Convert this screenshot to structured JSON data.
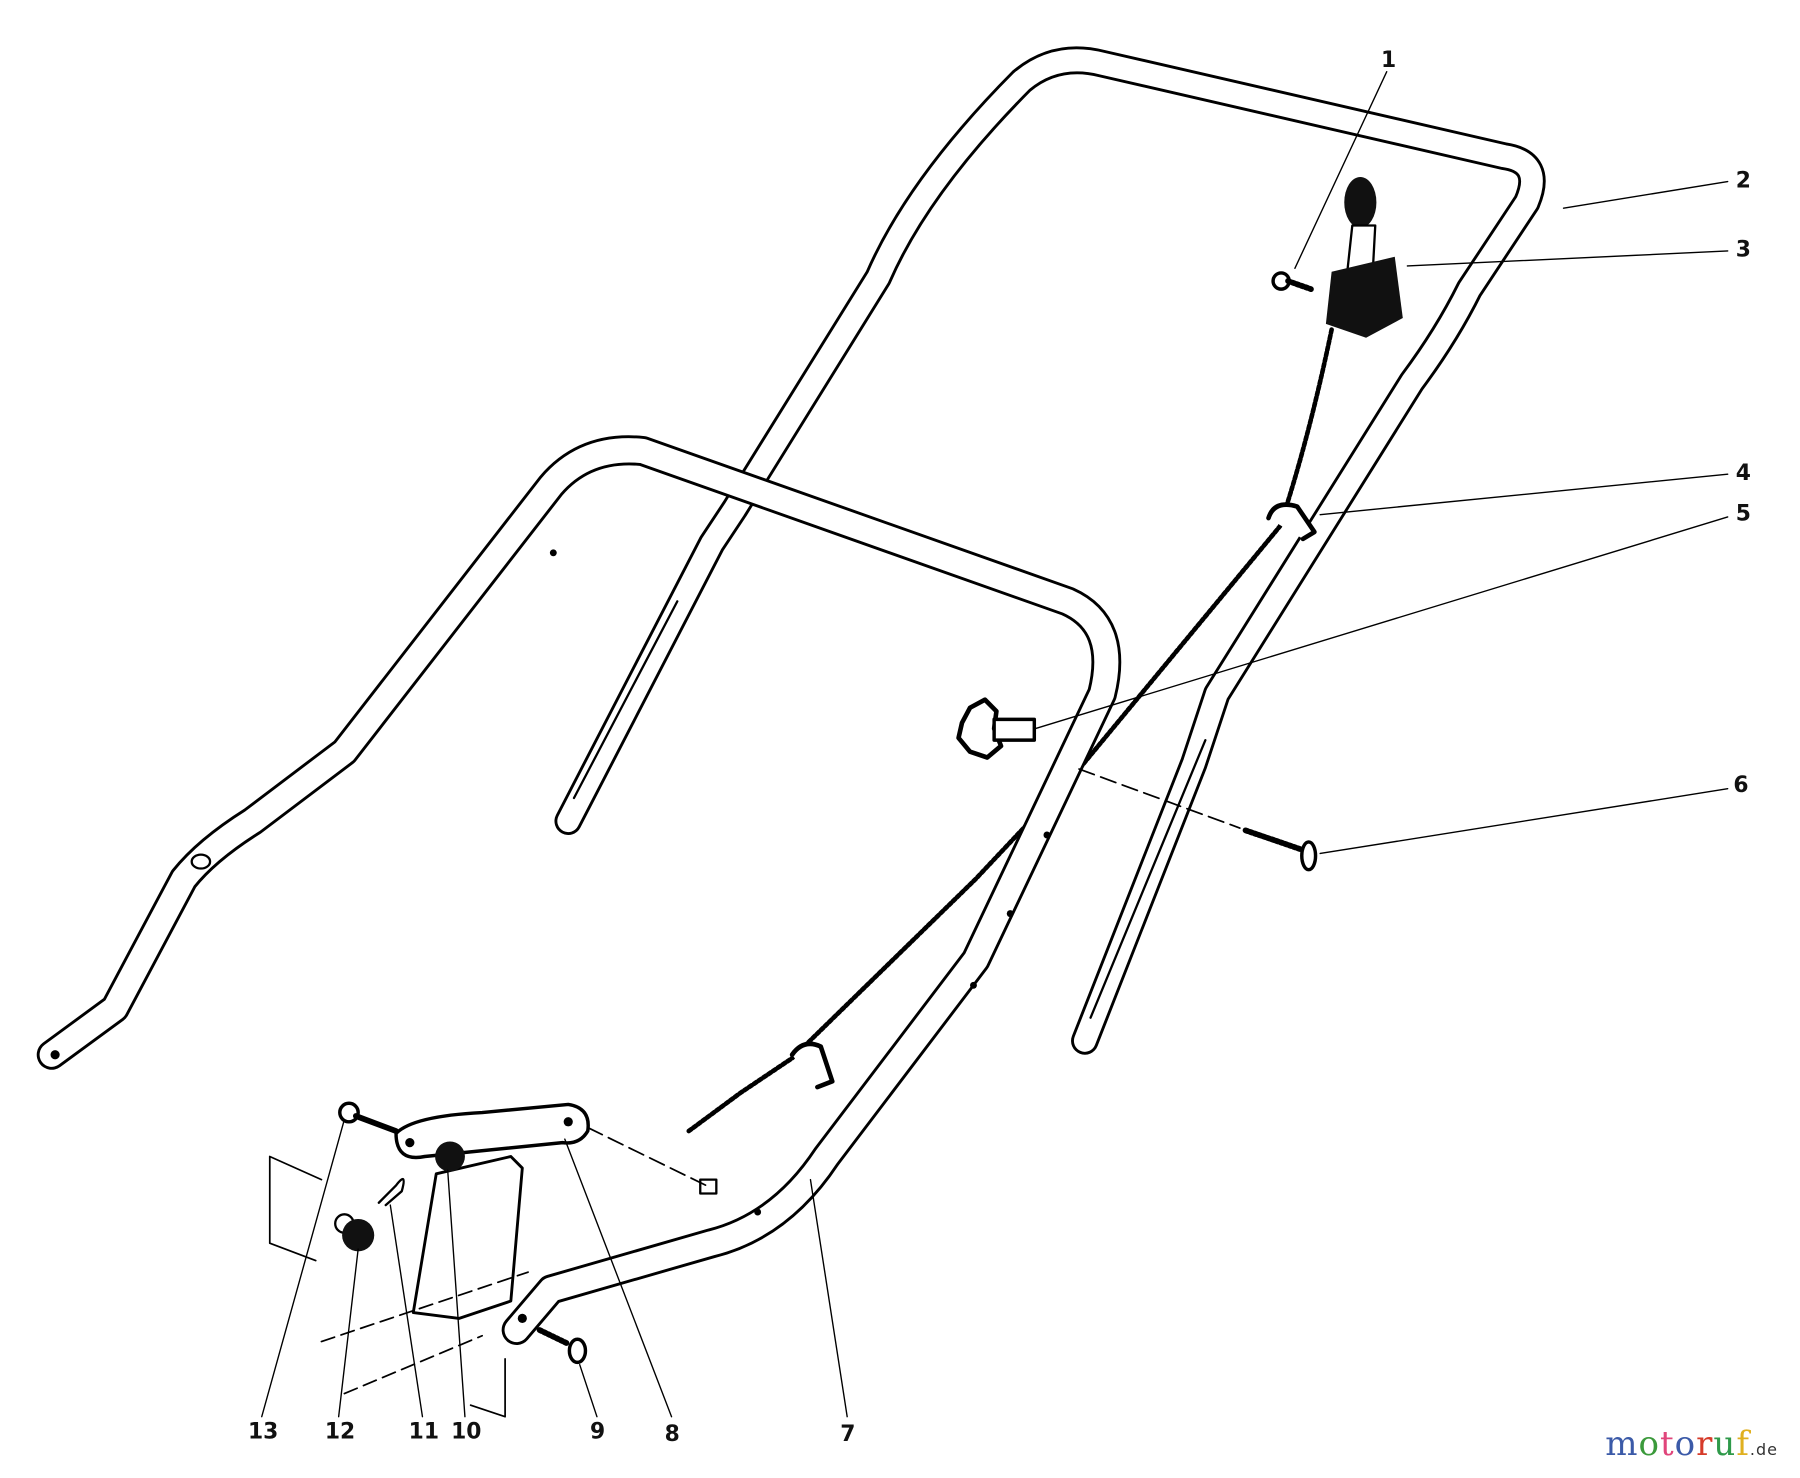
{
  "diagram": {
    "type": "exploded parts diagram",
    "callouts": [
      "1",
      "2",
      "3",
      "4",
      "5",
      "6",
      "7",
      "8",
      "9",
      "10",
      "11",
      "12",
      "13"
    ]
  },
  "watermark": {
    "letters": [
      "m",
      "o",
      "t",
      "o",
      "r",
      "u",
      "f"
    ],
    "letter_colors": [
      "#3b5aa8",
      "#3b9a3b",
      "#e0457b",
      "#3b5aa8",
      "#d63b2a",
      "#2f9a4a",
      "#e0b020"
    ],
    "suffix": ".de"
  }
}
